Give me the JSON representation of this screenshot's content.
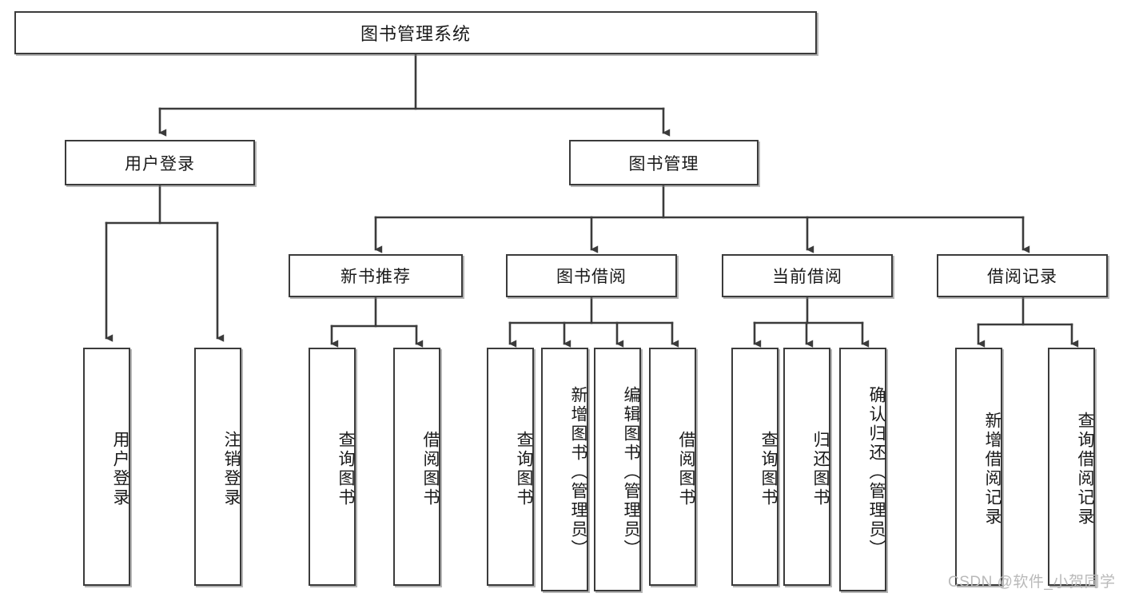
{
  "diagram": {
    "type": "tree",
    "title": "图书管理系统",
    "orientation": "top-down",
    "line_color": "#3b3b3b",
    "box_fill": "#ffffff",
    "text_color": "#1a1a1a"
  },
  "nodes": {
    "root": {
      "label": "图书管理系统",
      "level": 0
    },
    "level1": [
      {
        "id": "user-login",
        "label": "用户登录"
      },
      {
        "id": "book-manage",
        "label": "图书管理"
      }
    ],
    "level2": [
      {
        "id": "new-book-rec",
        "label": "新书推荐",
        "parent": "book-manage"
      },
      {
        "id": "book-borrow",
        "label": "图书借阅",
        "parent": "book-manage"
      },
      {
        "id": "current-borrow",
        "label": "当前借阅",
        "parent": "book-manage"
      },
      {
        "id": "borrow-record",
        "label": "借阅记录",
        "parent": "book-manage"
      }
    ],
    "leaves": [
      {
        "id": "leaf-user-login",
        "label": "用户登录",
        "parent": "user-login"
      },
      {
        "id": "leaf-user-logout",
        "label": "注销登录",
        "parent": "user-login"
      },
      {
        "id": "leaf-query-book-1",
        "label": "查询图书",
        "parent": "new-book-rec"
      },
      {
        "id": "leaf-borrow-book-1",
        "label": "借阅图书",
        "parent": "new-book-rec"
      },
      {
        "id": "leaf-query-book-2",
        "label": "查询图书",
        "parent": "book-borrow"
      },
      {
        "id": "leaf-add-book",
        "label": "新增图书（管理员）",
        "parent": "book-borrow"
      },
      {
        "id": "leaf-edit-book",
        "label": "编辑图书（管理员）",
        "parent": "book-borrow"
      },
      {
        "id": "leaf-borrow-book-2",
        "label": "借阅图书",
        "parent": "book-borrow"
      },
      {
        "id": "leaf-query-book-3",
        "label": "查询图书",
        "parent": "current-borrow"
      },
      {
        "id": "leaf-return-book",
        "label": "归还图书",
        "parent": "current-borrow"
      },
      {
        "id": "leaf-confirm-return",
        "label": "确认归还（管理员）",
        "parent": "current-borrow"
      },
      {
        "id": "leaf-add-record",
        "label": "新增借阅记录",
        "parent": "borrow-record"
      },
      {
        "id": "leaf-query-record",
        "label": "查询借阅记录",
        "parent": "borrow-record"
      }
    ]
  },
  "watermark": {
    "text": "CSDN @软件_小贺同学"
  }
}
